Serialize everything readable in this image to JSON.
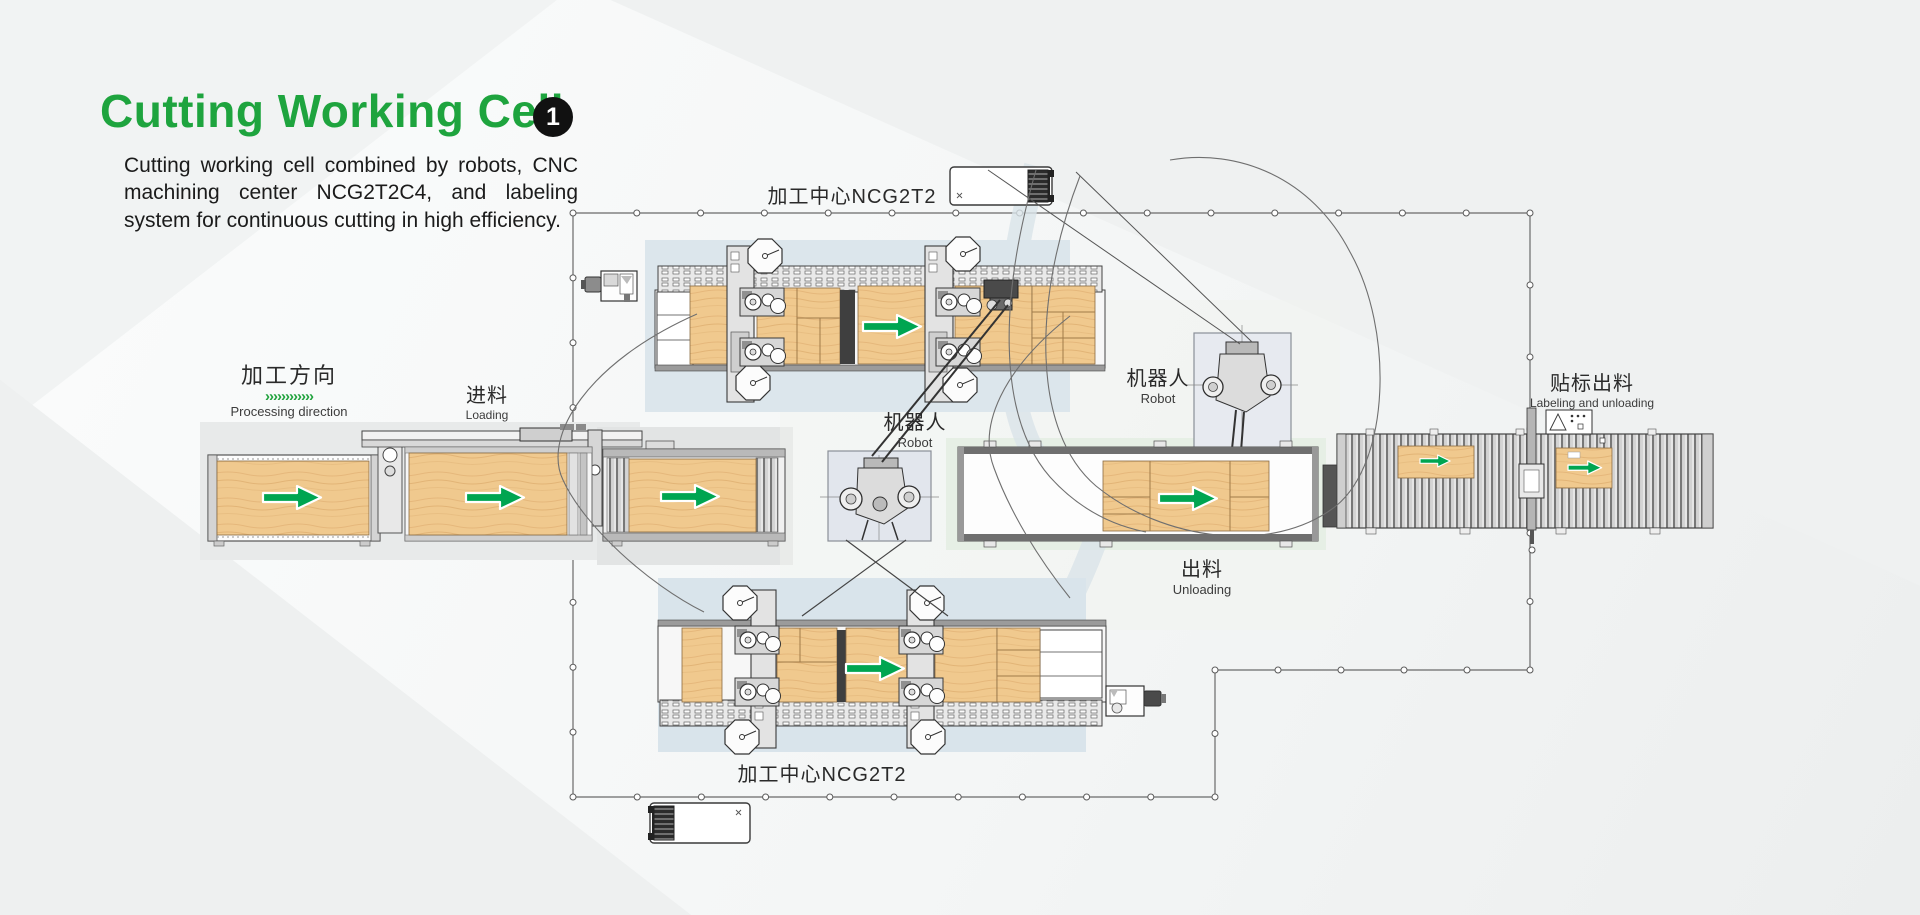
{
  "page": {
    "title": "Cutting Working Cell",
    "badge": "1",
    "description": "Cutting working cell combined by robots, CNC machining center NCG2T2C4, and labeling system for continuous cutting in high efficiency."
  },
  "labels": {
    "machining_center_top": {
      "zh": "加工中心NCG2T2"
    },
    "machining_center_bottom": {
      "zh": "加工中心NCG2T2"
    },
    "processing_direction": {
      "zh": "加工方向",
      "chevrons": "››››››››››››",
      "en": "Processing direction"
    },
    "loading": {
      "zh": "进料",
      "en": "Loading"
    },
    "robot_center": {
      "zh": "机器人",
      "en": "Robot"
    },
    "robot_right": {
      "zh": "机器人",
      "en": "Robot"
    },
    "unloading": {
      "zh": "出料",
      "en": "Unloading"
    },
    "labeling_unloading": {
      "zh": "贴标出料",
      "en": "Labeling and unloading"
    }
  },
  "colors": {
    "accent_green": "#1EA43E",
    "flow_arrow_green": "#00A551",
    "wood_panel": "#F0C98E",
    "machine_backdrop_blue": "#DCE6EC",
    "unloading_backdrop_green": "#E6EFE5",
    "badge_black": "#111111"
  },
  "icons": {
    "flow_arrow": "green right-pointing material-flow arrow",
    "chevron_row": "green chevrons under processing-direction label",
    "step_badge": "black circle containing step number"
  }
}
